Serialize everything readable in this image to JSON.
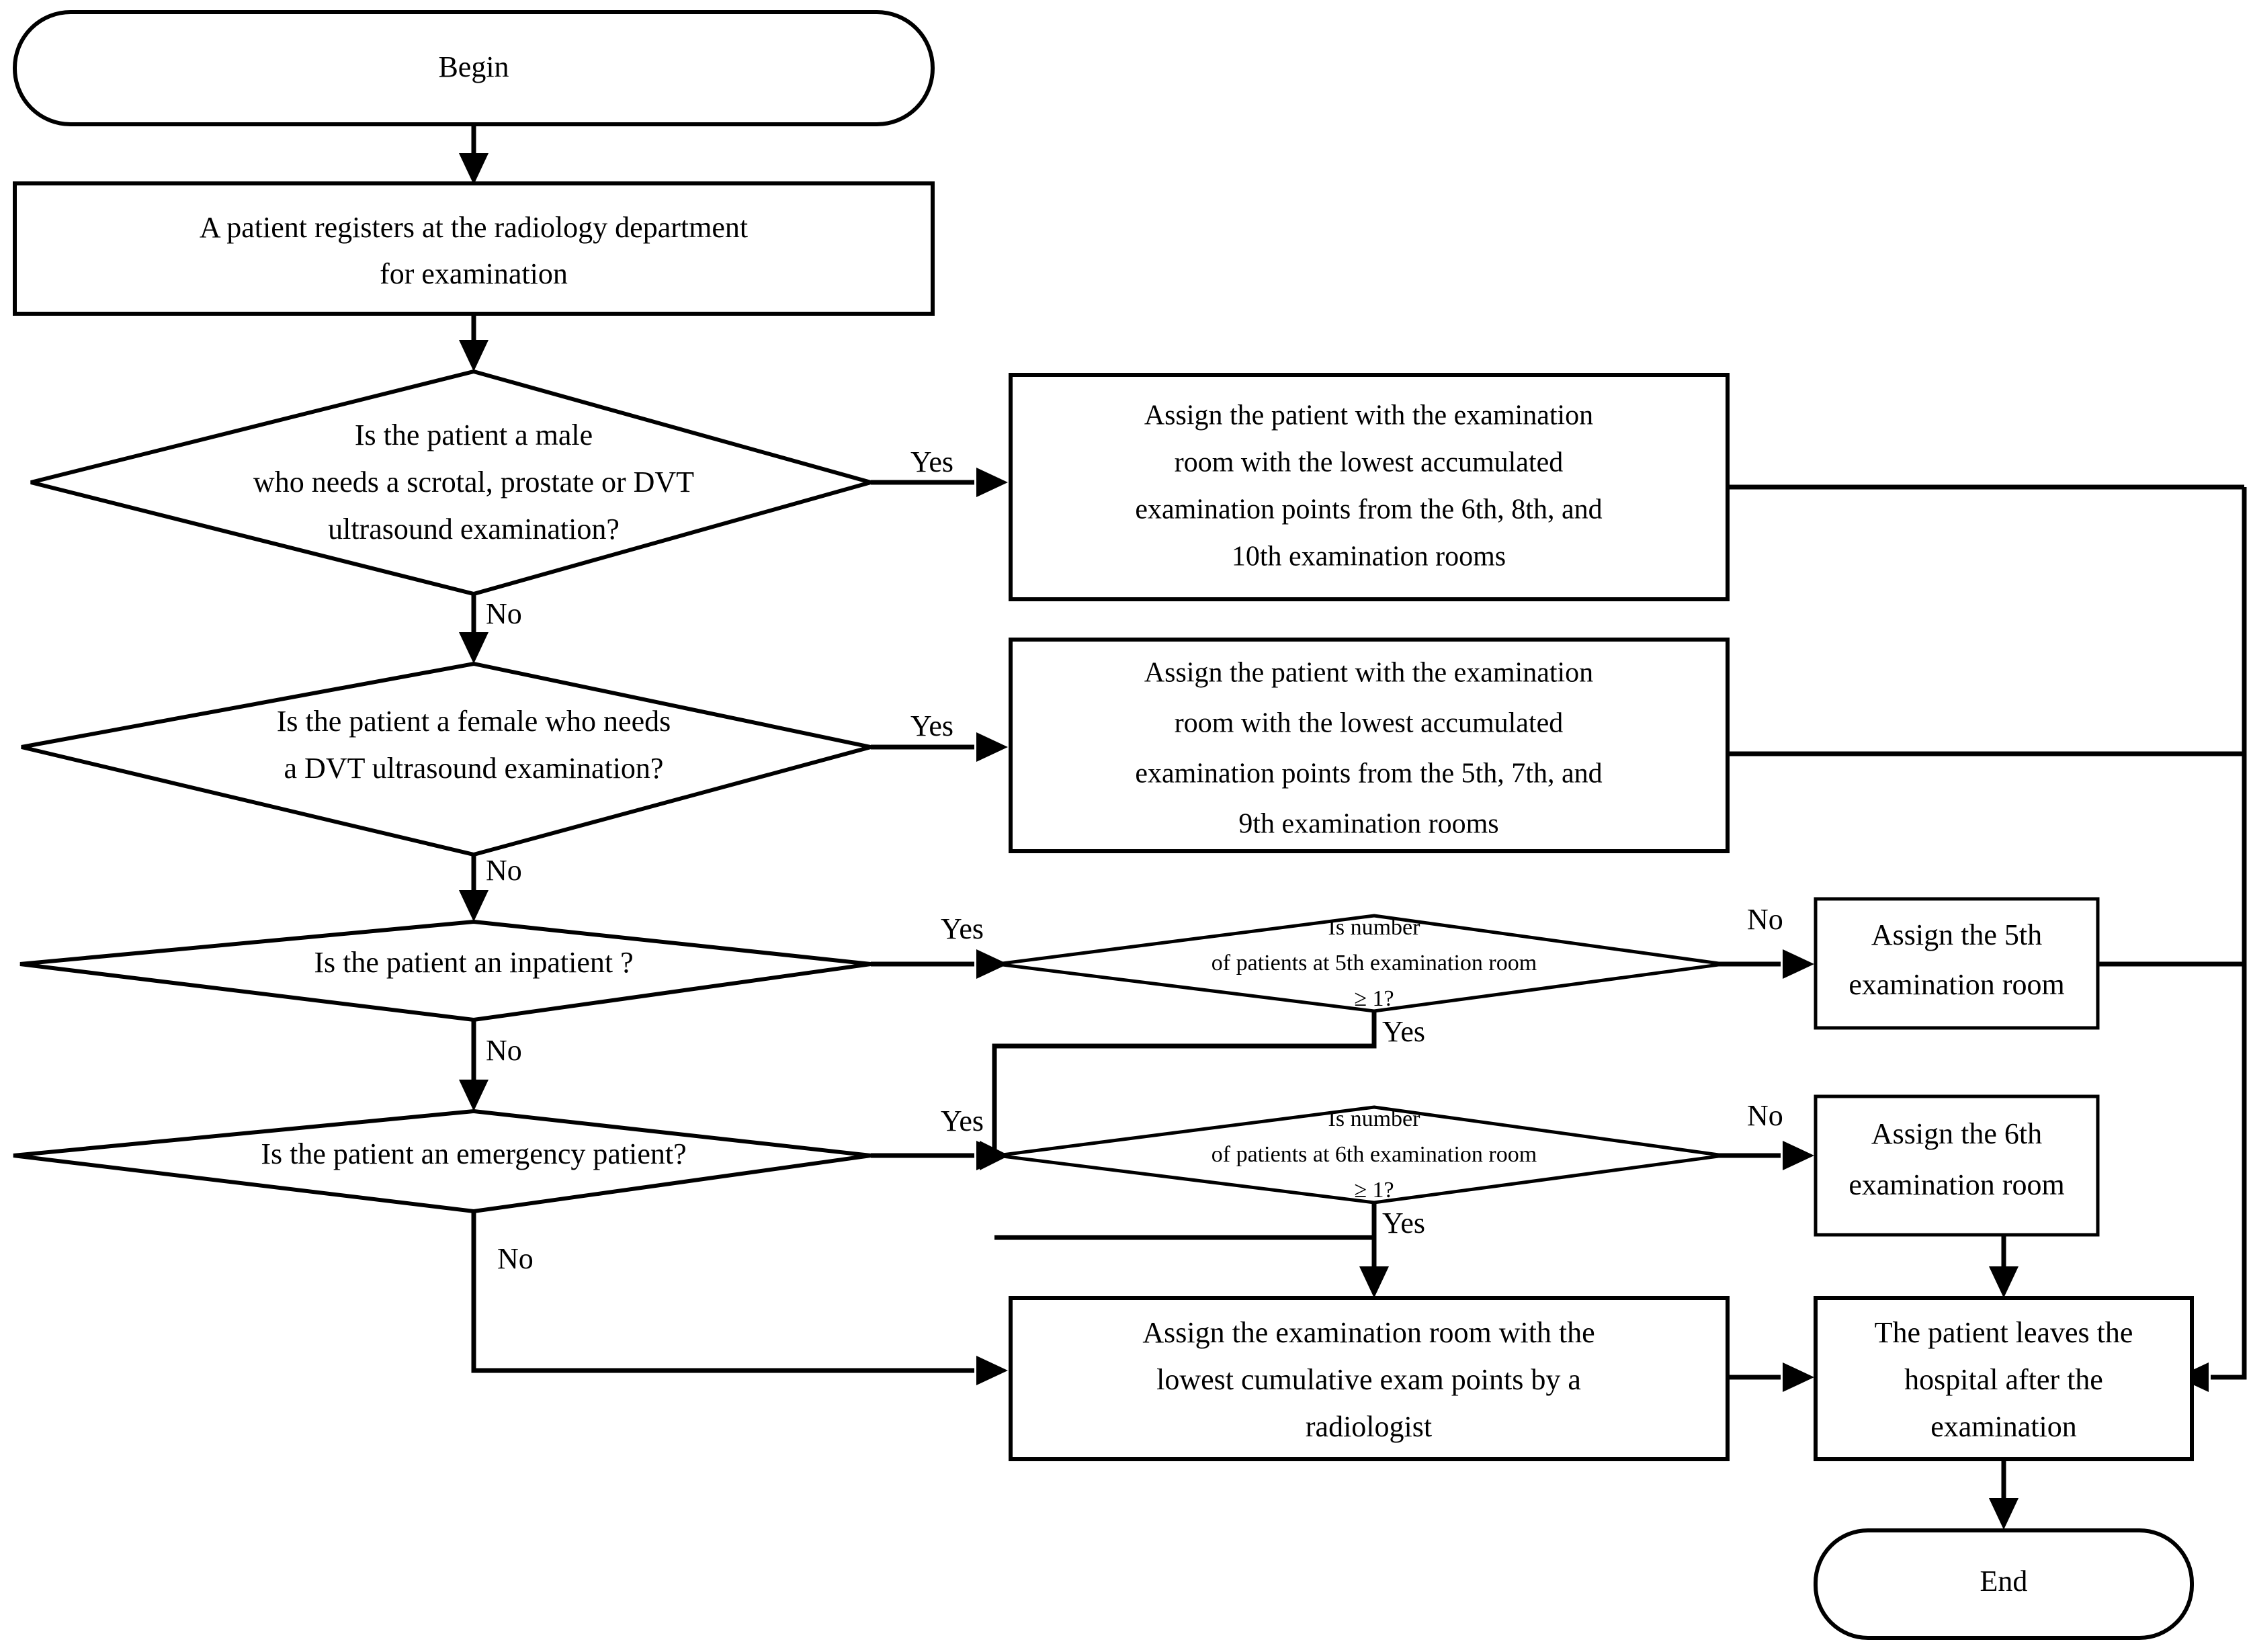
{
  "diagram": {
    "title": "Radiology examination room assignment flowchart",
    "colors": {
      "stroke": "#000000",
      "fill": "#ffffff",
      "text": "#000000"
    },
    "nodes": {
      "begin": {
        "label": "Begin",
        "shape": "terminator"
      },
      "register": {
        "line1": "A patient registers at the radiology department",
        "line2": "for examination",
        "shape": "process"
      },
      "q_male": {
        "line1": "Is the patient a male",
        "line2": "who needs a scrotal, prostate or DVT",
        "line3": "ultrasound examination?",
        "shape": "decision"
      },
      "assign_male": {
        "line1": "Assign the patient with  the examination",
        "line2": "room with  the lowest accumulated",
        "line3": "examination points from the  6th, 8th, and",
        "line4": "10th examination  rooms",
        "shape": "process"
      },
      "q_female": {
        "line1": "Is the patient a female who needs",
        "line2": "a DVT ultrasound examination?",
        "shape": "decision"
      },
      "assign_female": {
        "line1": "Assign the patient with the examination",
        "line2": "room with  the lowest accumulated",
        "line3": "examination points from the  5th, 7th, and",
        "line4": "9th examination  rooms",
        "shape": "process"
      },
      "q_inpatient": {
        "line1": "Is the patient an inpatient ?",
        "shape": "decision"
      },
      "q_room5": {
        "line1": "Is number",
        "line2": "of patients at 5th examination room",
        "line3": "≥ 1?",
        "shape": "decision"
      },
      "assign_room5": {
        "line1": "Assign the 5th",
        "line2": "examination room",
        "shape": "process"
      },
      "q_emergency": {
        "line1": "Is the patient an emergency patient?",
        "shape": "decision"
      },
      "q_room6": {
        "line1": "Is number",
        "line2": "of patients at 6th examination room",
        "line3": "≥ 1?",
        "shape": "decision"
      },
      "assign_room6": {
        "line1": "Assign the 6th",
        "line2": "examination  room",
        "shape": "process"
      },
      "assign_lowest": {
        "line1": "Assign the examination  room with the",
        "line2": "lowest cumulative exam points by a",
        "line3": "radiologist",
        "shape": "process"
      },
      "leave": {
        "line1": "The patient leaves the",
        "line2": "hospital after the",
        "line3": "examination",
        "shape": "process"
      },
      "end": {
        "label": "End",
        "shape": "terminator"
      }
    },
    "edge_labels": {
      "male_yes": "Yes",
      "male_no": "No",
      "female_yes": "Yes",
      "female_no": "No",
      "inpatient_yes": "Yes",
      "inpatient_no": "No",
      "room5_no": "No",
      "room5_yes": "Yes",
      "emergency_yes": "Yes",
      "emergency_no": "No",
      "room6_no": "No",
      "room6_yes": "Yes"
    }
  }
}
